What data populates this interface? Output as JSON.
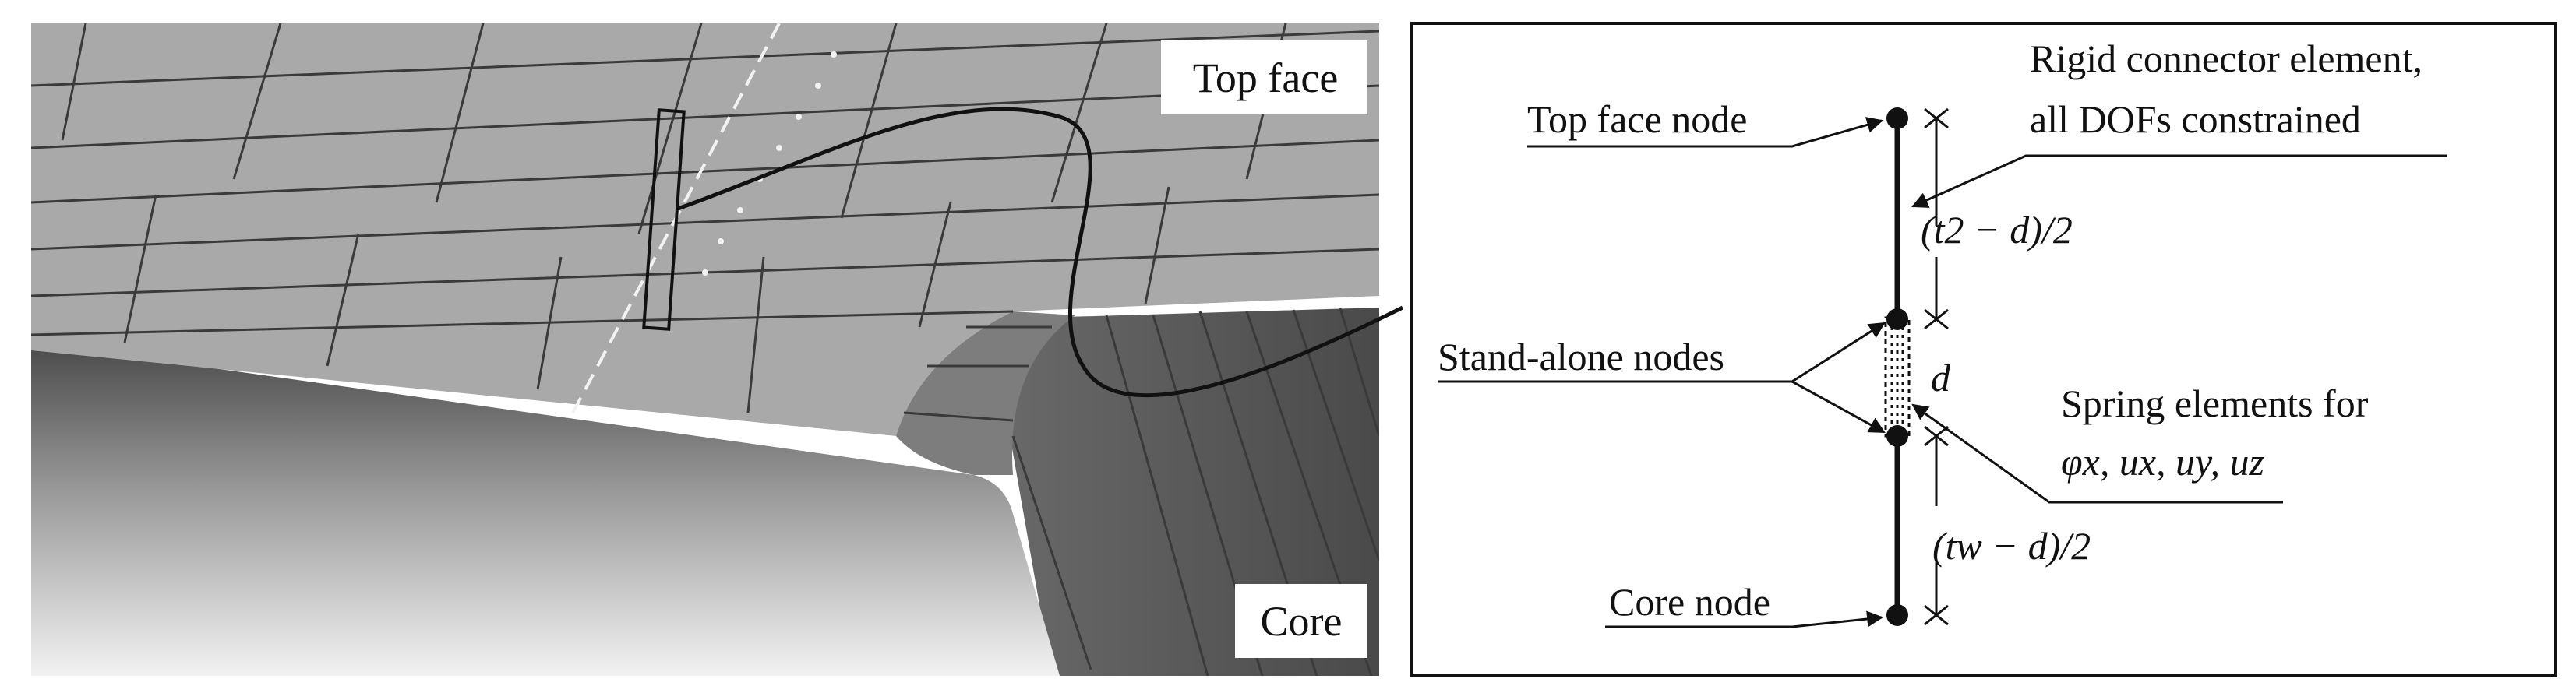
{
  "left_panel": {
    "labels": {
      "top_face": "Top face",
      "core": "Core"
    }
  },
  "right_panel": {
    "labels": {
      "top_face_node": "Top face node",
      "rigid_line1": "Rigid connector element,",
      "rigid_line2": "all DOFs constrained",
      "t2_dim": "(t2 − d)/2",
      "stand_alone": "Stand-alone nodes",
      "d_dim": "d",
      "spring_line1": "Spring elements for",
      "spring_line2": "φx, ux, uy, uz",
      "tw_dim": "(tw − d)/2",
      "core_node": "Core node"
    }
  }
}
